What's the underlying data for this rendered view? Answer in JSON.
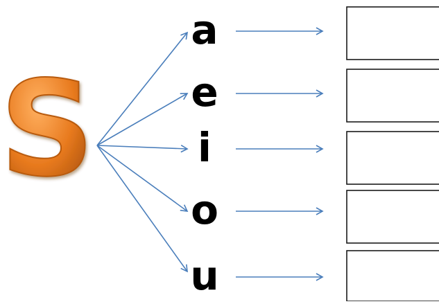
{
  "consonant": {
    "letter": "S",
    "color": "#e87a1e",
    "shade": "#b85a0c"
  },
  "vowels": [
    "a",
    "e",
    "i",
    "o",
    "u"
  ],
  "colors": {
    "arrow": "#4a7ebb",
    "box_border": "#1a1a1a",
    "vowel": "#000000"
  }
}
